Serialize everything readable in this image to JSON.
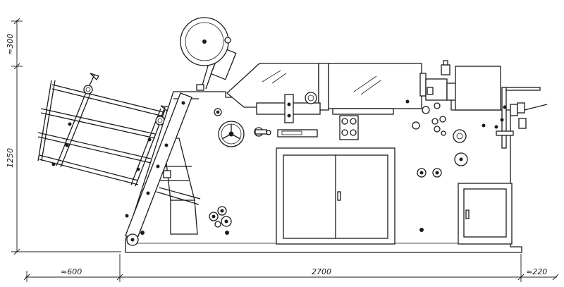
{
  "drawing": {
    "line_color": "#1a1a1a",
    "background": "#ffffff",
    "dimensions": {
      "top_height": "≈300",
      "main_height": "1250",
      "feeder_length": "≈600",
      "body_length": "2700",
      "outfeed_length": "≈220"
    }
  }
}
